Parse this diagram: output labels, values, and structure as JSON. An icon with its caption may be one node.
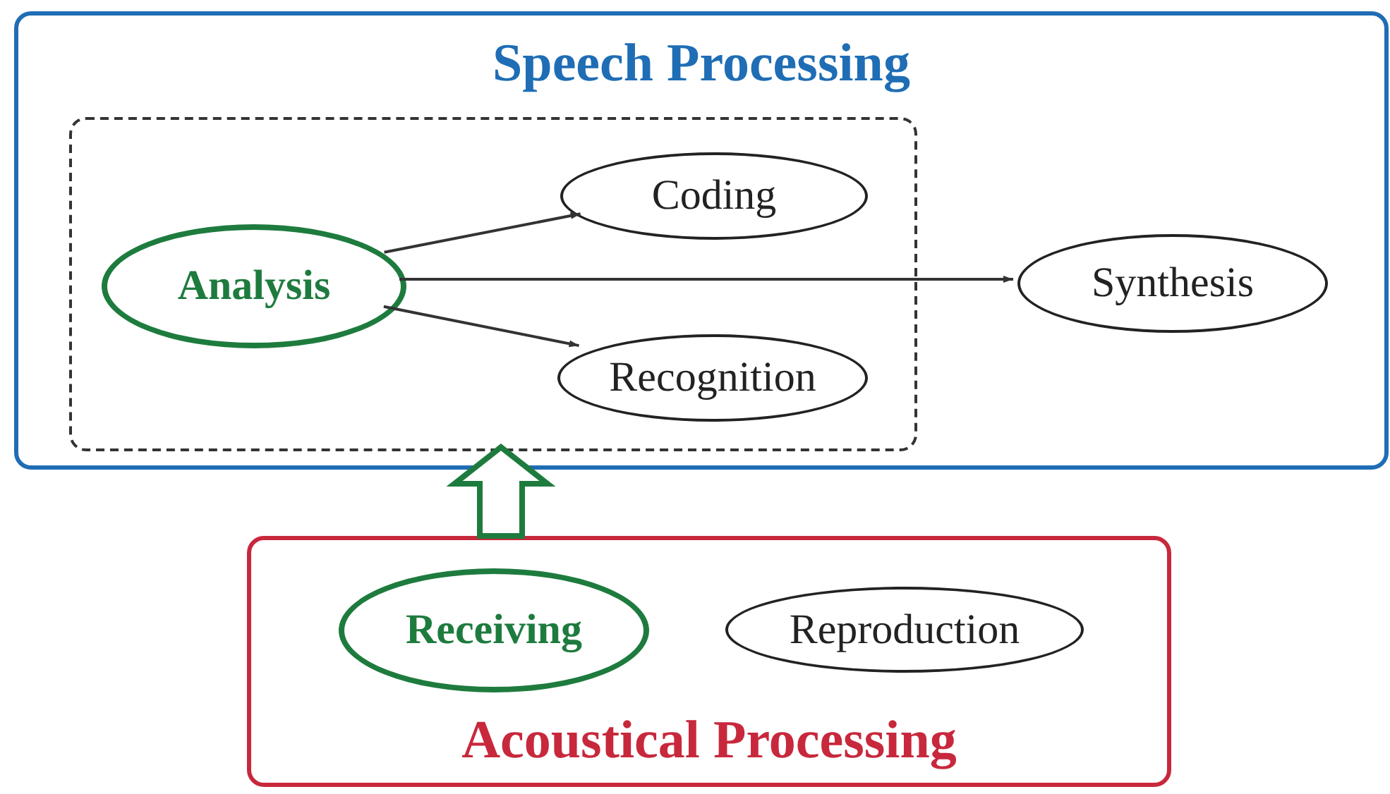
{
  "diagram": {
    "nodes": [
      {
        "text": [
          "Speech Processing"
        ]
      },
      {
        "text": [],
        "shape": "box",
        "in": 0
      },
      {
        "text": [
          "Analysis"
        ],
        "in": 1
      },
      {
        "text": [
          "Coding"
        ],
        "in": 1
      },
      {
        "text": [
          "Recognition"
        ],
        "in": 1
      },
      {
        "text": [
          "Synthesis"
        ],
        "in": 0
      },
      {
        "text": [
          "Acoustical Processing"
        ]
      },
      {
        "text": [
          "Receiving"
        ],
        "in": 6
      },
      {
        "text": [
          "Reproduction"
        ],
        "in": 6
      }
    ],
    "edges": [
      {
        "from": 2,
        "to": 3,
        "arrow": "to"
      },
      {
        "from": 2,
        "to": 5,
        "arrow": "to"
      },
      {
        "from": 2,
        "to": 4,
        "arrow": "to"
      },
      {
        "from": 6,
        "to": 1,
        "arrow": "to",
        "style": "thick",
        "color": "#1e7b3e"
      }
    ]
  }
}
